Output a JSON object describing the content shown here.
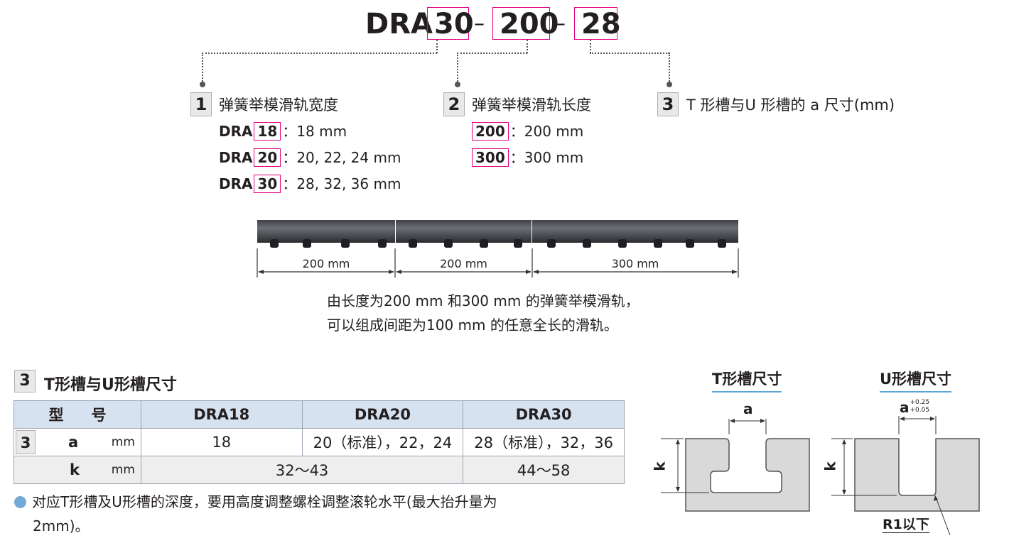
{
  "code": {
    "prefix": "DRA",
    "part1": "30",
    "part2": "200",
    "part3": "28",
    "separator": "–"
  },
  "section1": {
    "num": "1",
    "title": "弹簧举模滑轨宽度",
    "rows": [
      {
        "prefix": "DRA",
        "code": "18",
        "text": "：18 mm"
      },
      {
        "prefix": "DRA",
        "code": "20",
        "text": "：20, 22, 24 mm"
      },
      {
        "prefix": "DRA",
        "code": "30",
        "text": "：28, 32, 36 mm"
      }
    ]
  },
  "section2": {
    "num": "2",
    "title": "弹簧举模滑轨长度",
    "rows": [
      {
        "code": "200",
        "text": "：200 mm"
      },
      {
        "code": "300",
        "text": "：300 mm"
      }
    ]
  },
  "section3": {
    "num": "3",
    "title": "T 形槽与U 形槽的 a 尺寸(mm)"
  },
  "rail": {
    "dims": [
      "200 mm",
      "200 mm",
      "300 mm"
    ],
    "caption_line1": "由长度为200 mm 和300 mm 的弹簧举模滑轨，",
    "caption_line2": "可以组成间距为100 mm 的任意全长的滑轨。"
  },
  "table_section": {
    "num": "3",
    "title": "T形槽与U形槽尺寸"
  },
  "table": {
    "header": {
      "model_c1": "型",
      "model_c2": "号",
      "col1": "DRA18",
      "col2": "DRA20",
      "col3": "DRA30"
    },
    "row_a": {
      "num": "3",
      "label": "a",
      "unit": "mm",
      "v1": "18",
      "v2": "20（标准），22，24",
      "v3": "28（标准），32，36"
    },
    "row_k": {
      "label": "k",
      "unit": "mm",
      "v12": "32～43",
      "v3": "44～58"
    }
  },
  "note": {
    "line1": "对应T形槽及U形槽的深度，要用高度调整螺栓调整滚轮水平(最大抬升量为",
    "line2": "2mm)。"
  },
  "diagram_t": {
    "title": "T形槽尺寸",
    "a_label": "a",
    "k_label": "k"
  },
  "diagram_u": {
    "title": "U形槽尺寸",
    "a_label": "a",
    "tol_upper": "+0.25",
    "tol_lower": "+0.05",
    "k_label": "k",
    "radius_label": "R1以下"
  },
  "colors": {
    "accent_box": "#e4007f",
    "table_header": "#d6e2ef",
    "bullet": "#74a9d8",
    "underline": "#5ba4d9"
  }
}
